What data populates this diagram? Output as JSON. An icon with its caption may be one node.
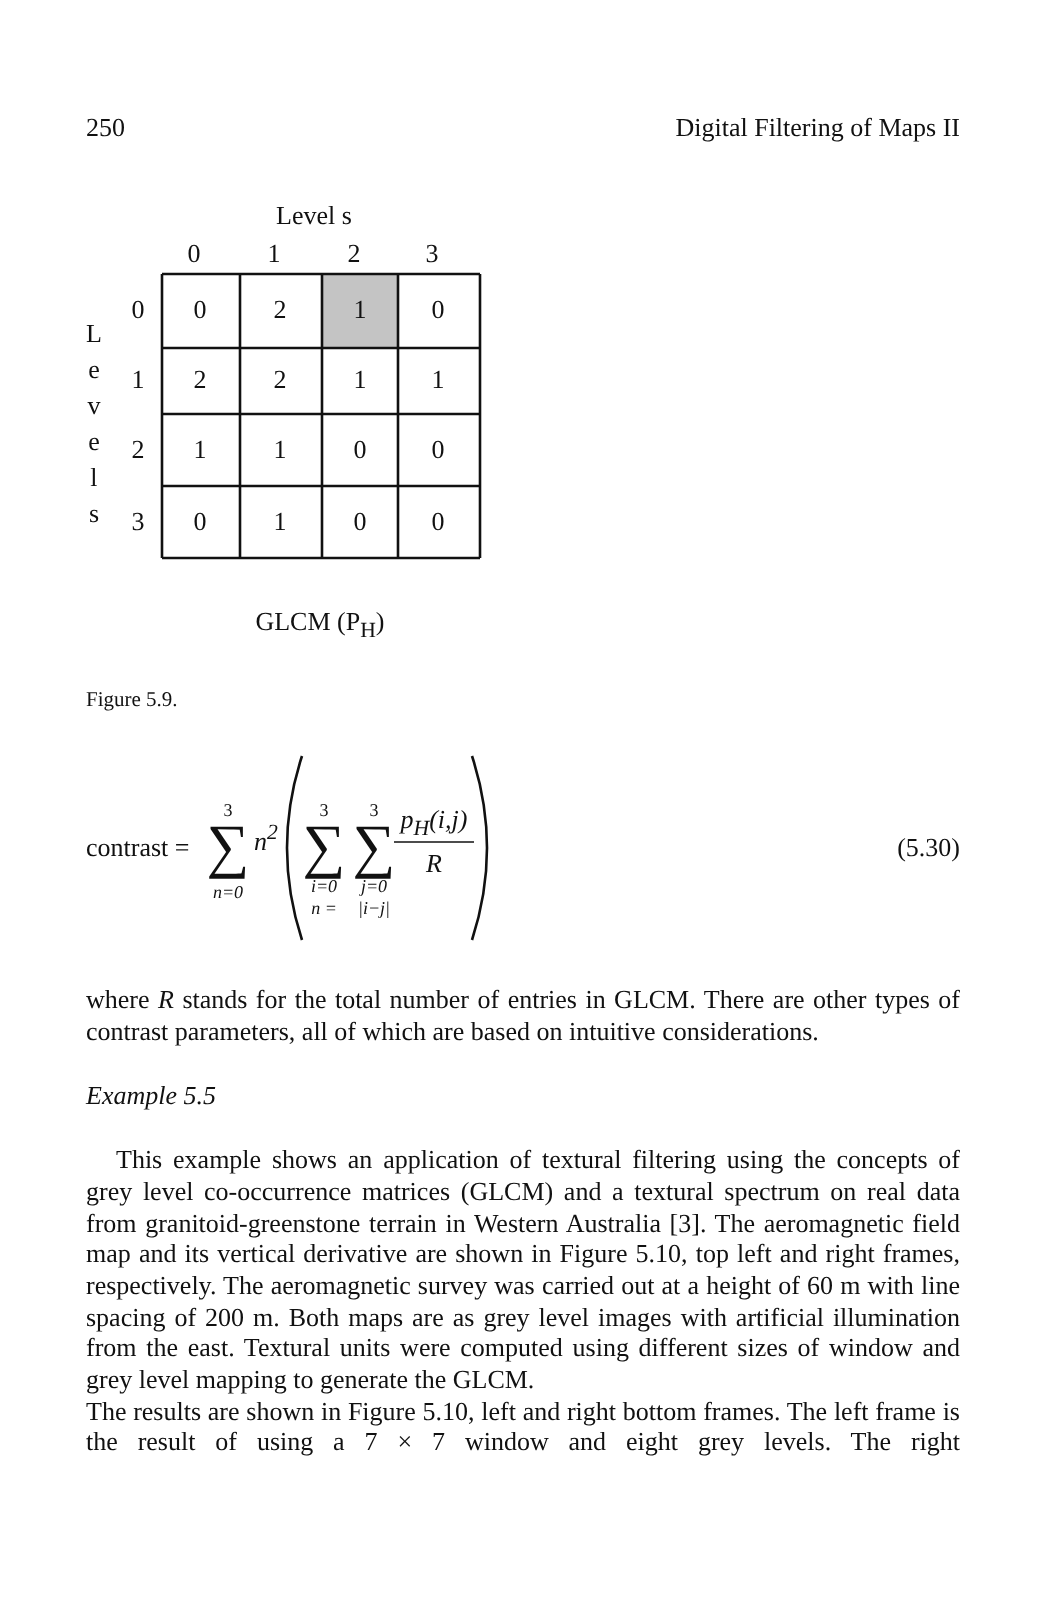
{
  "diagram": {
    "labels": [
      "250",
      "Digital Filtering of Maps II",
      "Level s",
      "0",
      "1",
      "2",
      "3",
      "Levels",
      "0",
      "0",
      "2",
      "1",
      "0",
      "1",
      "2",
      "2",
      "1",
      "1",
      "2",
      "1",
      "1",
      "0",
      "0",
      "3",
      "0",
      "1",
      "0",
      "0",
      "GLCM (P$_{H}$)",
      "Figure 5.9.",
      "contrast =",
      "3",
      "∑",
      "n=0",
      "n$^{2}$",
      "3",
      "∑",
      "i=0",
      "n =",
      "3",
      "∑",
      "j=0",
      "|i−j|",
      "p$_{H}$(i,j)",
      "R",
      "(5.30)",
      "where *R* stands for the total number of entries in GLCM. There are other types of contrast parameters, all of which are based on intuitive considerations.",
      "Example 5.5",
      "This example shows an application of textural filtering using the concepts of grey level co-occurrence matrices (GLCM) and a textural spectrum on real data from granitoid-greenstone terrain in Western Australia [3]. The aeromagnetic field map and its vertical derivative are shown in Figure 5.10, top left and right frames, respectively. The aeromagnetic survey was carried out at a height of 60 m with line spacing of 200 m. Both maps are as grey level images with artificial illumination from the east. Textural units were computed using different sizes of window and grey level mapping to generate the GLCM.",
      "The results are shown in Figure 5.10, left and right bottom frames. The left frame is the result of using a 7 × 7 window and eight grey levels. The right"
    ]
  }
}
